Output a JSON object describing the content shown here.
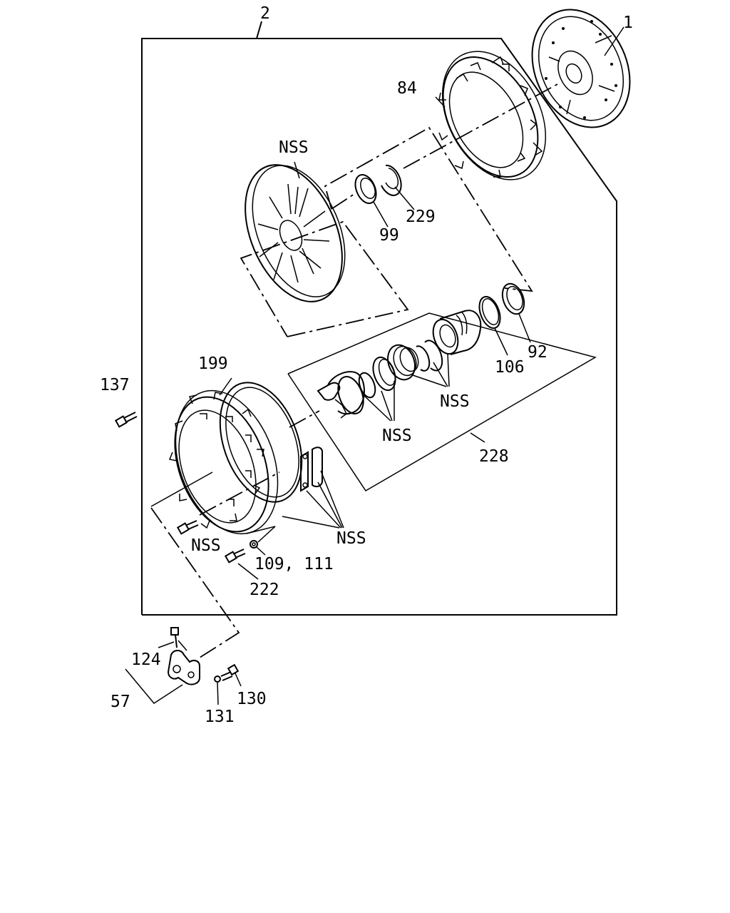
{
  "diagram": {
    "colors": {
      "ink": "#000000",
      "background": "#ffffff"
    },
    "callouts": {
      "c1": "1",
      "c2": "2",
      "c84": "84",
      "c99": "99",
      "c229": "229",
      "c92": "92",
      "c106": "106",
      "c228": "228",
      "c199": "199",
      "c137": "137",
      "c109": "109, 111",
      "c222": "222",
      "c124": "124",
      "c57": "57",
      "c131": "131",
      "c130": "130",
      "nss_plate": "NSS",
      "nss_sleeve_a": "NSS",
      "nss_sleeve_b": "NSS",
      "nss_housing_bolt": "NSS",
      "nss_plates": "NSS"
    },
    "parts": [
      "clutch-disc",
      "cover-assembly-ring",
      "pressure-plate",
      "seal-ring",
      "snap-ring",
      "release-bearing-assembly",
      "o-ring",
      "gasket",
      "housing",
      "bolt",
      "washer",
      "lever-bracket"
    ]
  }
}
